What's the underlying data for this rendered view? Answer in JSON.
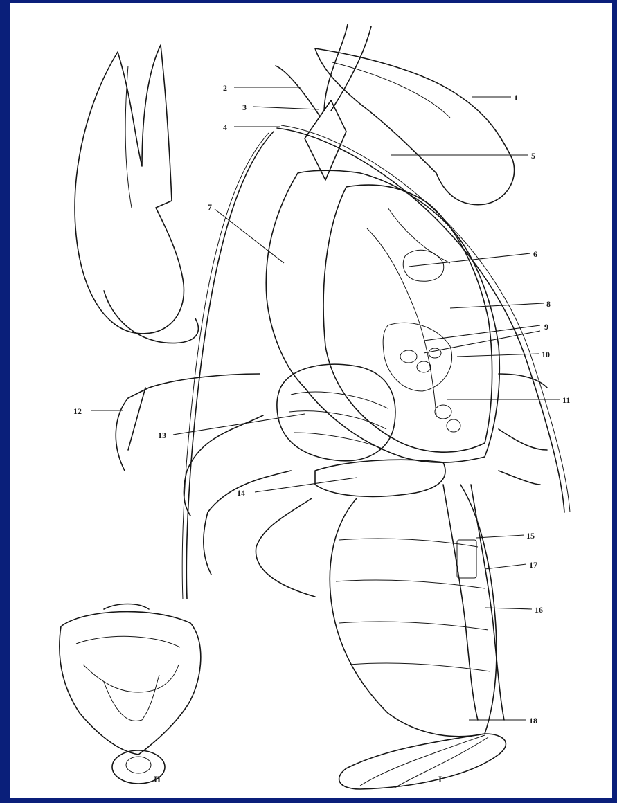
{
  "figure": {
    "callouts": [
      "1",
      "2",
      "3",
      "4",
      "5",
      "6",
      "7",
      "8",
      "9",
      "10",
      "11",
      "12",
      "13",
      "14",
      "15",
      "16",
      "17",
      "18"
    ],
    "panel_labels": [
      "I",
      "II"
    ]
  },
  "colors": {
    "background": "#0a1f7a",
    "paper": "#ffffff",
    "ink": "#151515"
  }
}
